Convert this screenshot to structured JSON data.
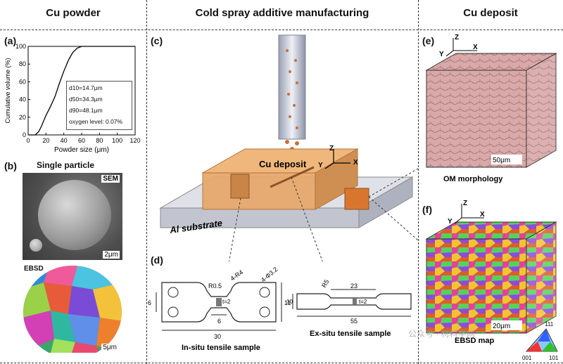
{
  "headers": {
    "left": "Cu powder",
    "middle": "Cold spray additive manufacturing",
    "right": "Cu deposit"
  },
  "panel_labels": {
    "a": "(a)",
    "b": "(b)",
    "c": "(c)",
    "d": "(d)",
    "e": "(e)",
    "f": "(f)"
  },
  "chart_data": {
    "type": "line",
    "xlabel": "Powder size (μm)",
    "ylabel": "Cumulative volume (%)",
    "xlim": [
      0,
      120
    ],
    "ylim": [
      0,
      100
    ],
    "xticks": [
      "0",
      "20",
      "40",
      "60",
      "80",
      "100",
      "120"
    ],
    "yticks": [
      "0",
      "20",
      "40",
      "60",
      "80",
      "100"
    ],
    "x": [
      0,
      8,
      12,
      15,
      20,
      25,
      30,
      35,
      40,
      45,
      50,
      55,
      60,
      70,
      80,
      100,
      120
    ],
    "y": [
      0,
      0,
      4,
      10,
      22,
      32,
      43,
      58,
      72,
      84,
      93,
      98,
      100,
      100,
      100,
      100,
      100
    ],
    "annotations": [
      "d10=14.7μm",
      "d50=34.3μm",
      "d90=48.1μm",
      "oxygen level:  0.07%"
    ]
  },
  "particle": {
    "title": "Single particle",
    "sem_label": "SEM",
    "sem_scale": "2μm",
    "ebsd_label": "EBSD",
    "ebsd_scale": "5μm"
  },
  "process": {
    "deposit_label": "Cu deposit",
    "substrate_label": "Al substrate",
    "axes": {
      "z": "Z",
      "y": "Y",
      "x": "X"
    }
  },
  "samples": {
    "insitu_caption": "In-situ tensile sample",
    "exsitu_caption": "Ex-situ tensile sample",
    "insitu_dims": [
      "R0.5",
      "4-R4",
      "4-Φ3.2",
      "6",
      "6",
      "t=2",
      "11",
      "30"
    ],
    "exsitu_dims": [
      "R5",
      "23",
      "10",
      "t=2",
      "55"
    ]
  },
  "deposit": {
    "axes_e": {
      "z": "Z",
      "y": "Y",
      "x": "X"
    },
    "om_scale": "50μm",
    "om_caption": "OM morphology",
    "axes_f": {
      "z": "Z",
      "y": "Y",
      "x": "X"
    },
    "ebsd_scale": "20μm",
    "ebsd_caption": "EBSD map",
    "ipf": {
      "top": "111",
      "left": "001",
      "right": "101"
    }
  },
  "watermark": "公众号 · 材料学网",
  "colors": {
    "deposit": "#e7a769",
    "substrate": "#d4d6de",
    "om": "#d9a8a8"
  }
}
